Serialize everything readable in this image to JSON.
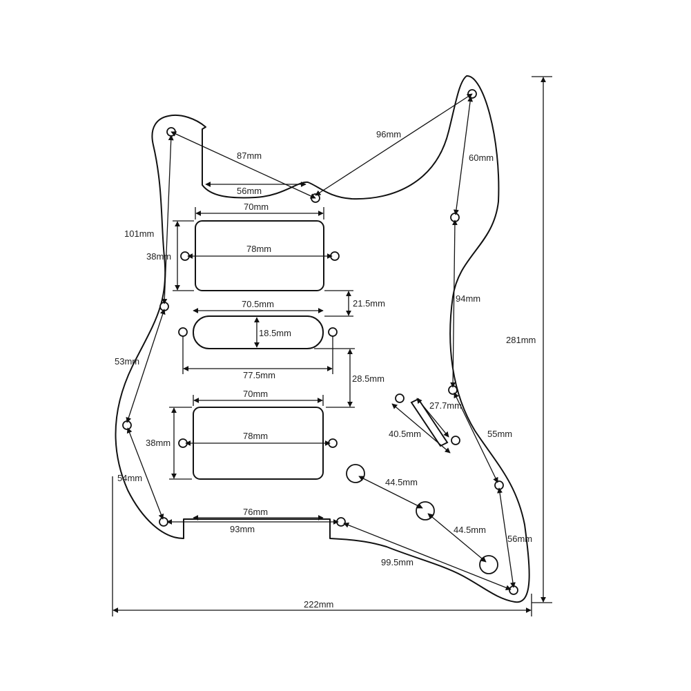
{
  "colors": {
    "line": "#111111",
    "text": "#222222",
    "background": "#ffffff"
  },
  "dimensions": {
    "d87": "87mm",
    "d56_top": "56mm",
    "d96": "96mm",
    "d60": "60mm",
    "d70_a": "70mm",
    "d101": "101mm",
    "d38_a": "38mm",
    "d78_a": "78mm",
    "d70_5": "70.5mm",
    "d21_5": "21.5mm",
    "d18_5": "18.5mm",
    "d94": "94mm",
    "d281": "281mm",
    "d53": "53mm",
    "d77_5": "77.5mm",
    "d28_5": "28.5mm",
    "d70_b": "70mm",
    "d27_7": "27.7mm",
    "d38_b": "38mm",
    "d78_b": "78mm",
    "d40_5": "40.5mm",
    "d55": "55mm",
    "d54": "54mm",
    "d44_5_a": "44.5mm",
    "d76": "76mm",
    "d44_5_b": "44.5mm",
    "d93": "93mm",
    "d56_right": "56mm",
    "d99_5": "99.5mm",
    "d222": "222mm"
  }
}
